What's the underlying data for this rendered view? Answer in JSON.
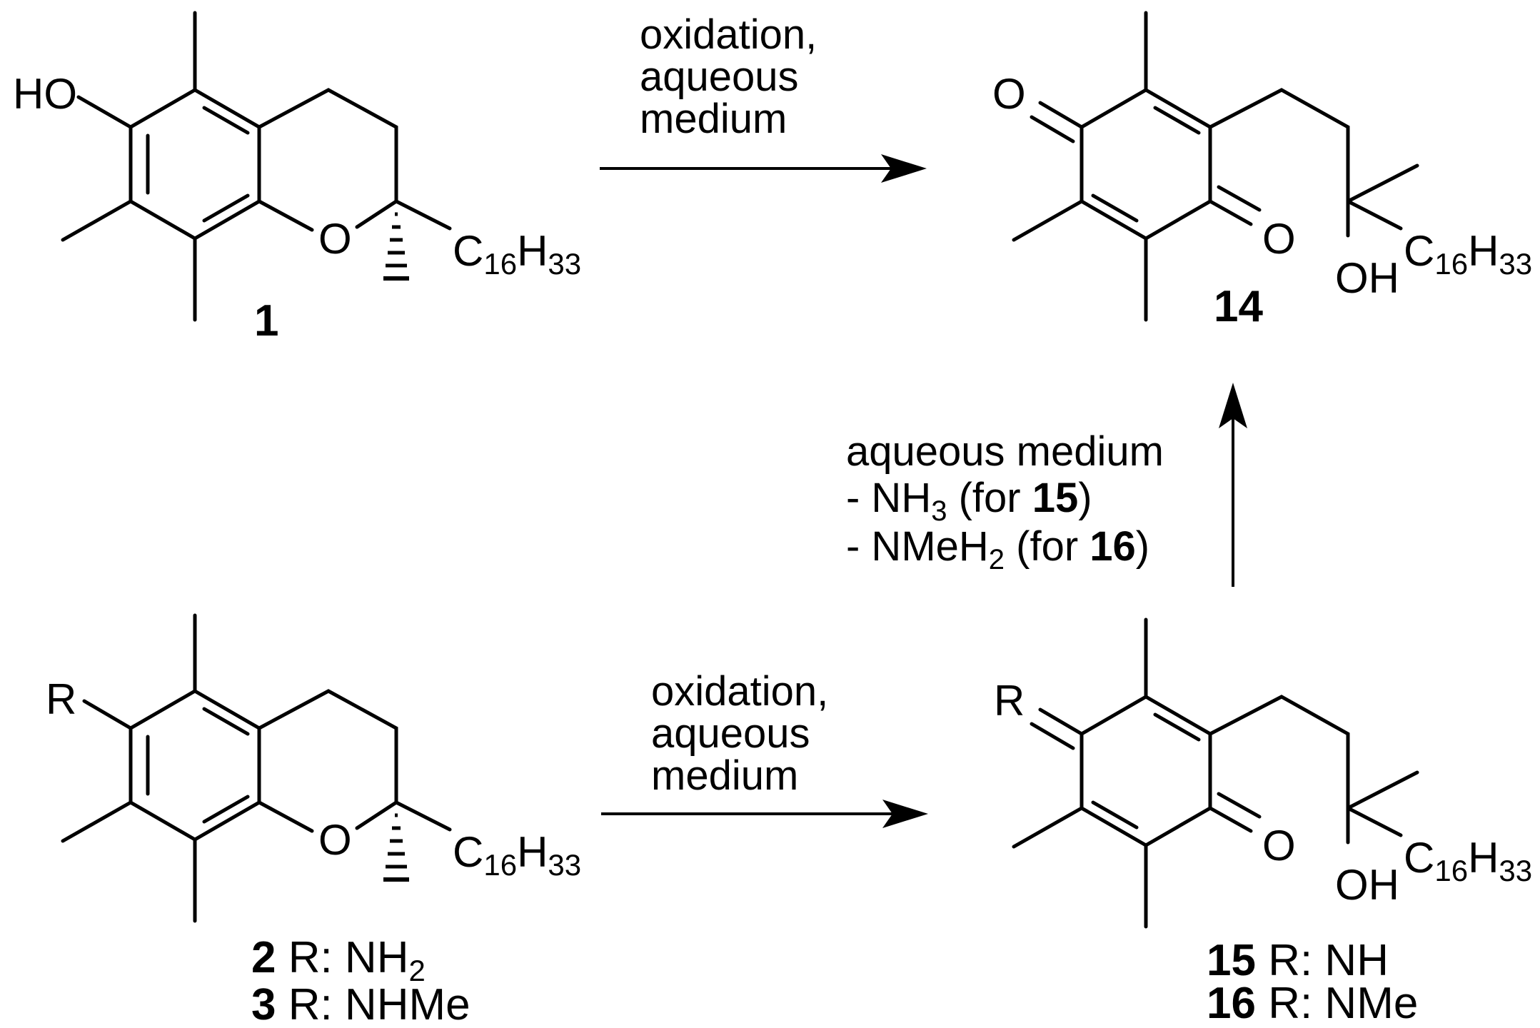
{
  "compounds": {
    "c1": {
      "number": "1",
      "substituent": "HO",
      "side_chain": "C",
      "side_chain_sub": "16",
      "side_chain_h": "H",
      "side_chain_h_sub": "33",
      "ring_o": "O"
    },
    "c14": {
      "number": "14",
      "o_top": "O",
      "o_bottom": "O",
      "oh": "OH",
      "side_chain": "C",
      "side_chain_sub": "16",
      "side_chain_h": "H",
      "side_chain_h_sub": "33"
    },
    "c23": {
      "substituent": "R",
      "ring_o": "O",
      "side_chain": "C",
      "side_chain_sub": "16",
      "side_chain_h": "H",
      "side_chain_h_sub": "33",
      "rows": [
        {
          "number": "2",
          "label": " R: NH",
          "sub": "2",
          "tail": ""
        },
        {
          "number": "3",
          "label": " R: NHMe",
          "sub": "",
          "tail": ""
        }
      ]
    },
    "c1516": {
      "substituent": "R",
      "o_bottom": "O",
      "oh": "OH",
      "side_chain": "C",
      "side_chain_sub": "16",
      "side_chain_h": "H",
      "side_chain_h_sub": "33",
      "rows": [
        {
          "number": "15",
          "label": " R: NH"
        },
        {
          "number": "16",
          "label": " R: NMe"
        }
      ]
    }
  },
  "arrows": {
    "top": {
      "lines": [
        "oxidation,",
        "aqueous",
        "medium"
      ]
    },
    "bottom": {
      "lines": [
        "oxidation,",
        "aqueous",
        "medium"
      ]
    },
    "vertical": {
      "line1": "aqueous medium",
      "line2": {
        "prefix": "- NH",
        "sub": "3",
        "mid": " (for ",
        "ref": "15",
        "suffix": ")"
      },
      "line3": {
        "prefix": "- NMeH",
        "sub": "2",
        "mid": " (for ",
        "ref": "16",
        "suffix": ")"
      }
    }
  }
}
